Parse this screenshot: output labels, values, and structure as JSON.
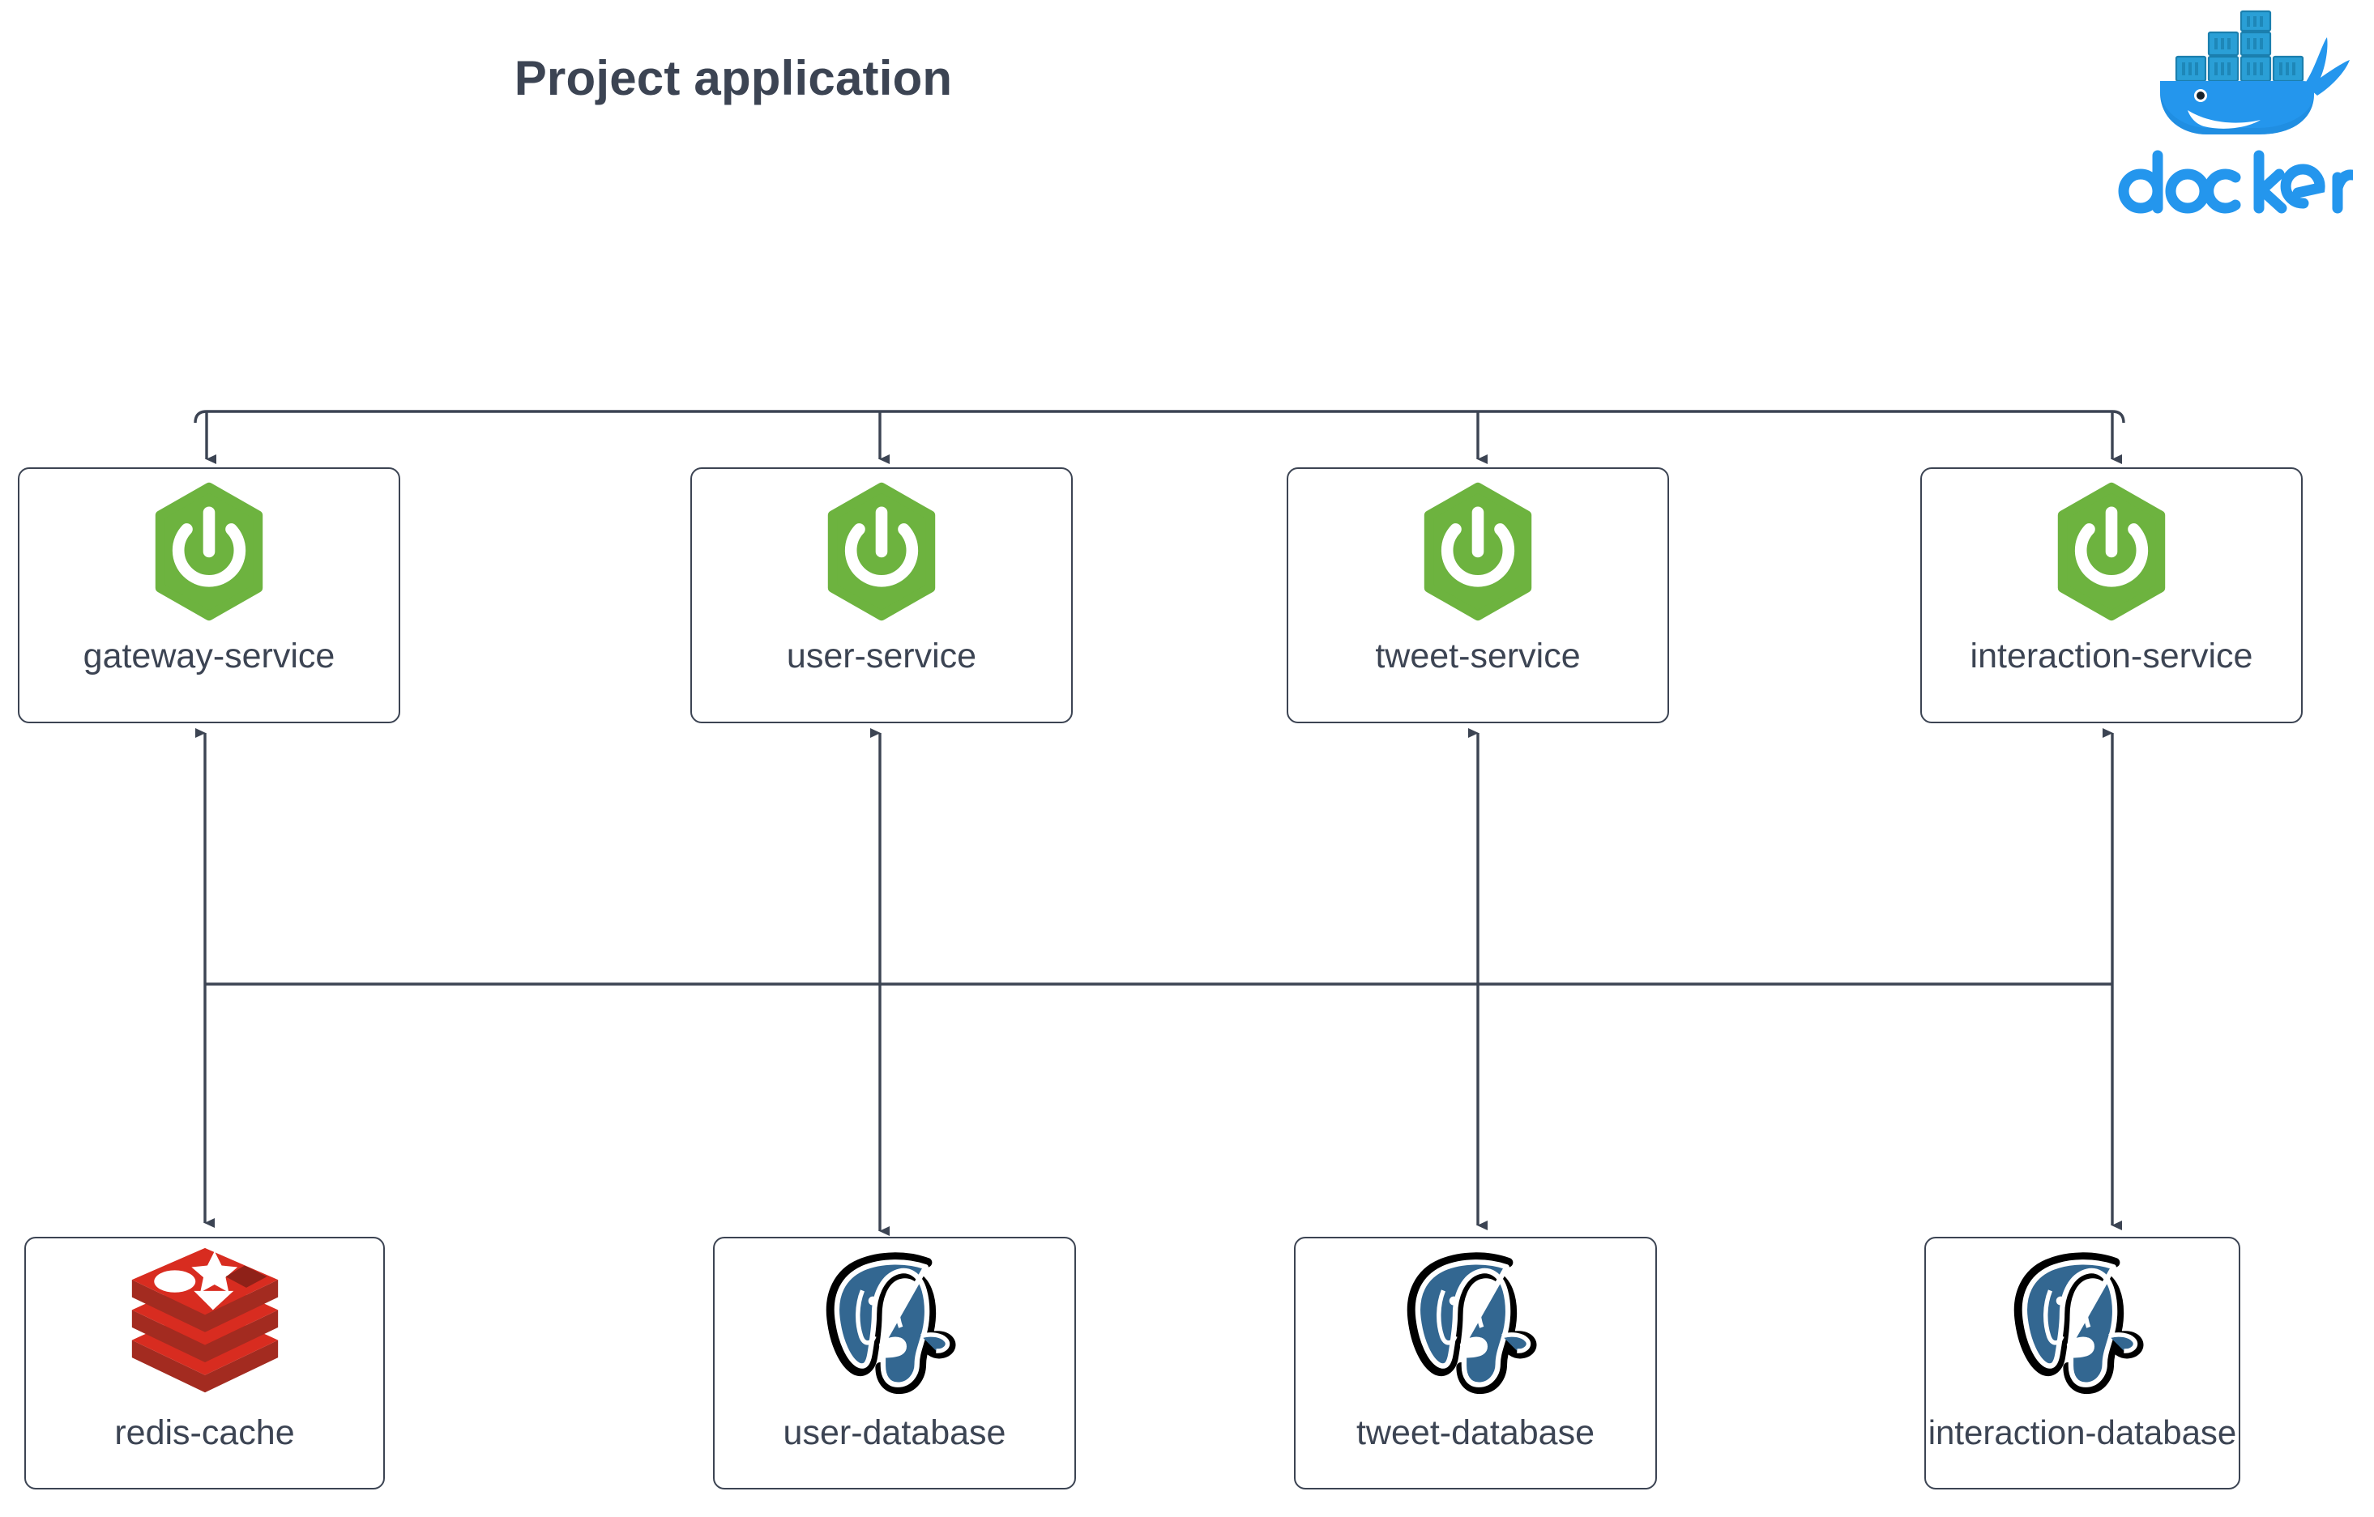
{
  "title": "Project application",
  "brand": {
    "name": "docker",
    "logo_icon": "docker-whale-logo",
    "color": "#2496ed"
  },
  "colors": {
    "text": "#3c4453",
    "box_border": "#3c4453",
    "connector": "#3c4453",
    "spring_green": "#6db33f",
    "redis_red": "#d82c20",
    "postgres_blue": "#336791",
    "background": "#ffffff"
  },
  "diagram": {
    "type": "architecture-diagram",
    "services": [
      {
        "id": "gateway-service",
        "label": "gateway-service",
        "icon": "spring-boot-icon"
      },
      {
        "id": "user-service",
        "label": "user-service",
        "icon": "spring-boot-icon"
      },
      {
        "id": "tweet-service",
        "label": "tweet-service",
        "icon": "spring-boot-icon"
      },
      {
        "id": "interaction-service",
        "label": "interaction-service",
        "icon": "spring-boot-icon"
      }
    ],
    "datastores": [
      {
        "id": "redis-cache",
        "label": "redis-cache",
        "icon": "redis-icon"
      },
      {
        "id": "user-database",
        "label": "user-database",
        "icon": "postgresql-icon"
      },
      {
        "id": "tweet-database",
        "label": "tweet-database",
        "icon": "postgresql-icon"
      },
      {
        "id": "interaction-database",
        "label": "interaction-database",
        "icon": "postgresql-icon"
      }
    ],
    "connections": [
      {
        "from": "top-bus",
        "to": "gateway-service",
        "direction": "down"
      },
      {
        "from": "top-bus",
        "to": "user-service",
        "direction": "down"
      },
      {
        "from": "top-bus",
        "to": "tweet-service",
        "direction": "down"
      },
      {
        "from": "top-bus",
        "to": "interaction-service",
        "direction": "down"
      },
      {
        "from": "gateway-service",
        "to": "redis-cache",
        "direction": "bidirectional"
      },
      {
        "from": "user-service",
        "to": "user-database",
        "direction": "bidirectional"
      },
      {
        "from": "tweet-service",
        "to": "tweet-database",
        "direction": "bidirectional"
      },
      {
        "from": "interaction-service",
        "to": "interaction-database",
        "direction": "bidirectional"
      }
    ]
  }
}
